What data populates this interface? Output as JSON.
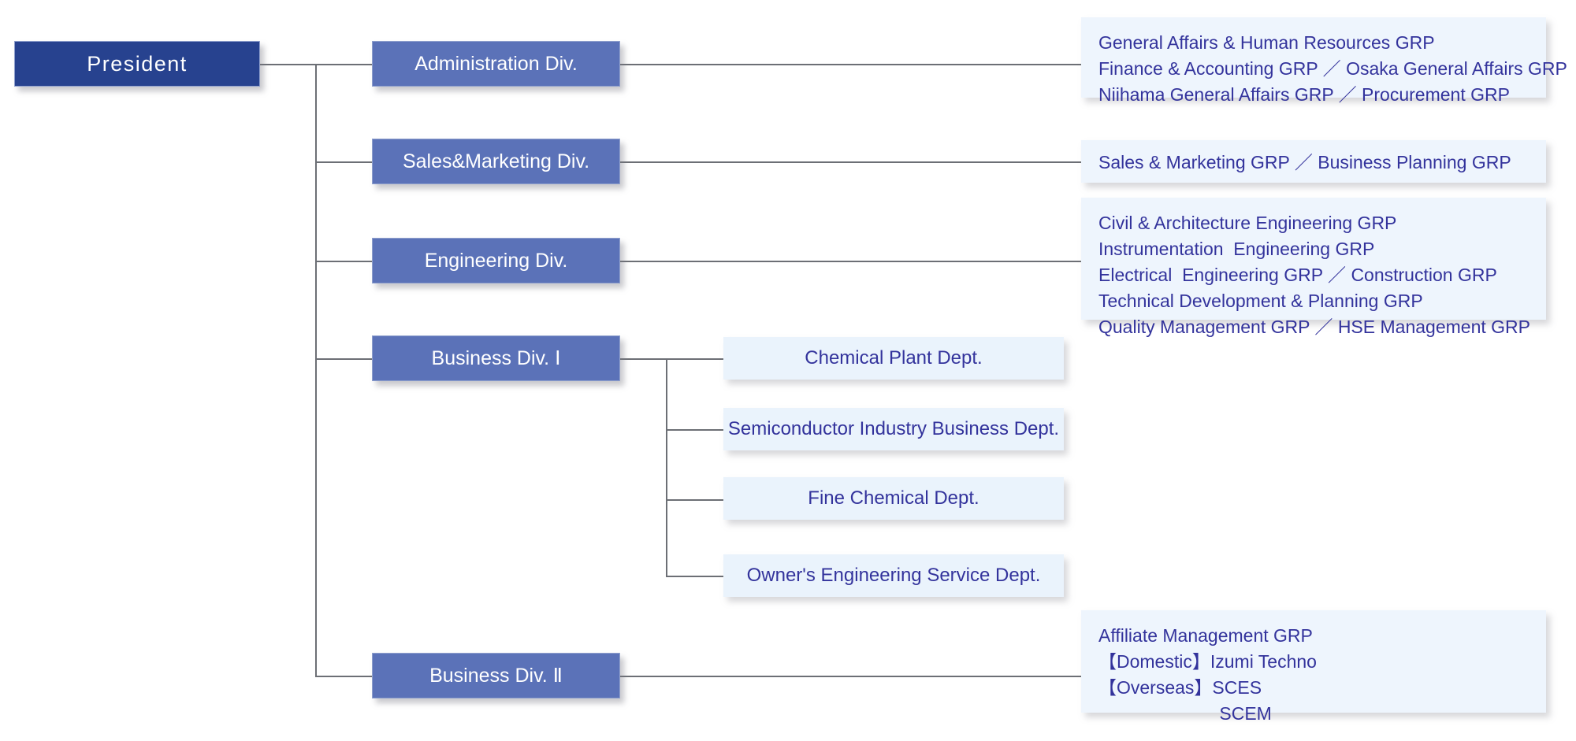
{
  "chart_title": "Organization Chart",
  "colors": {
    "president_fill": "#27428f",
    "division_fill": "#5b72b8",
    "department_fill": "#eaf3fc",
    "detail_fill": "#eef5fd",
    "detail_text": "#33339c",
    "line": "#6c6f75",
    "box_text_light": "#ffffff"
  },
  "root": {
    "label": "President"
  },
  "divisions": [
    {
      "id": "administration",
      "label": "Administration Div.",
      "detail_lines": [
        "General Affairs & Human Resources GRP",
        "Finance & Accounting GRP ／ Osaka General Affairs GRP",
        "Niihama General Affairs GRP ／ Procurement GRP"
      ]
    },
    {
      "id": "sales-marketing",
      "label": "Sales&Marketing Div.",
      "detail_lines": [
        "Sales & Marketing GRP ／ Business Planning GRP"
      ]
    },
    {
      "id": "engineering",
      "label": "Engineering Div.",
      "detail_lines": [
        "Civil & Architecture Engineering GRP",
        "Instrumentation  Engineering GRP",
        "Electrical  Engineering GRP ／ Construction GRP",
        "Technical Development & Planning GRP",
        "Quality Management GRP ／ HSE Management GRP"
      ]
    },
    {
      "id": "business-div-1",
      "label": "Business Div. Ⅰ",
      "departments": [
        "Chemical Plant Dept.",
        "Semiconductor Industry Business Dept.",
        "Fine Chemical Dept.",
        "Owner's Engineering Service Dept."
      ]
    },
    {
      "id": "business-div-2",
      "label": "Business Div. Ⅱ",
      "detail_lines": [
        "Affiliate Management GRP",
        "【Domestic】Izumi Techno",
        "【Overseas】SCES",
        "                        SCEM"
      ]
    }
  ]
}
